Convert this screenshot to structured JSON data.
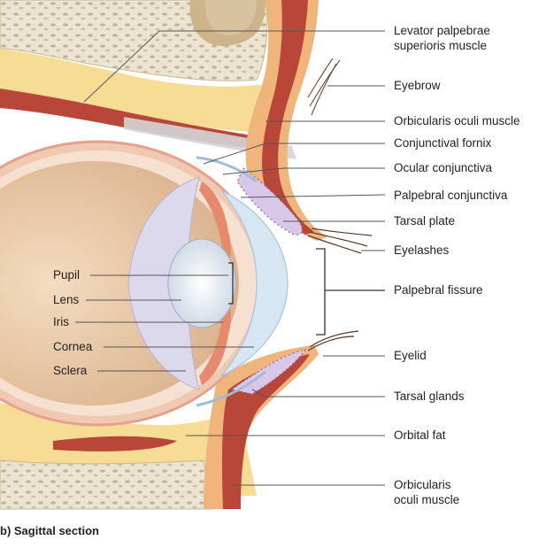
{
  "labels_right": {
    "levator_line1": "Levator palpebrae",
    "levator_line2": "superioris muscle",
    "eyebrow": "Eyebrow",
    "orbicularis_oculi": "Orbicularis oculi muscle",
    "conjunctival_fornix": "Conjunctival fornix",
    "ocular_conjunctiva": "Ocular conjunctiva",
    "palpebral_conjunctiva": "Palpebral conjunctiva",
    "tarsal_plate": "Tarsal plate",
    "eyelashes": "Eyelashes",
    "palpebral_fissure": "Palpebral fissure",
    "eyelid": "Eyelid",
    "tarsal_glands": "Tarsal glands",
    "orbital_fat": "Orbital fat",
    "orbicularis_line1": "Orbicularis",
    "orbicularis_line2": "oculi muscle"
  },
  "labels_left": {
    "pupil": "Pupil",
    "lens": "Lens",
    "iris": "Iris",
    "cornea": "Cornea",
    "sclera": "Sclera"
  },
  "caption": "b) Sagittal section",
  "colors": {
    "bone": "#ece4d0",
    "fat": "#f7dc95",
    "muscle": "#b8473a",
    "skin": "#f0b57a",
    "eye_interior": "#e7c9a8",
    "iris": "#e58a6c",
    "cornea": "#d6e6f2",
    "leader_line": "#555555"
  }
}
